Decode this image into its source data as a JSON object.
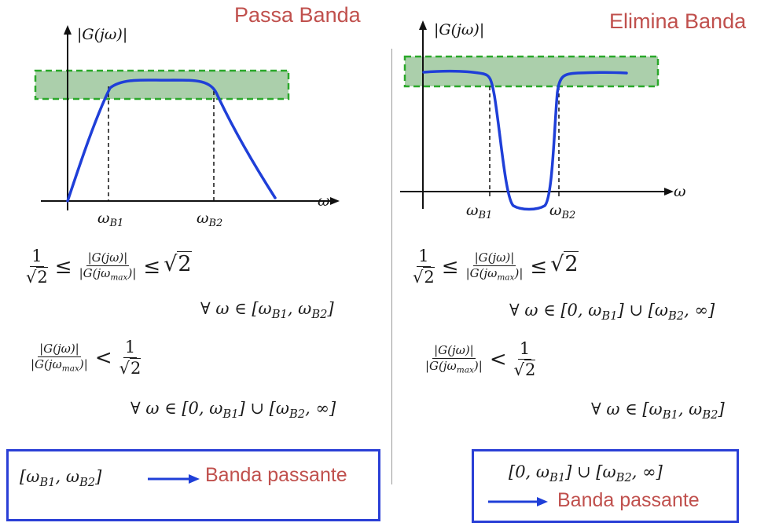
{
  "left": {
    "title": "Passa Banda",
    "y_axis_label": "|G(jω)|",
    "x_axis_label": "ω",
    "tick_b1": "B1",
    "tick_b2": "B2",
    "cond1": {
      "num": "1",
      "den": "2",
      "mid_num": "|G(jω)|",
      "mid_den_pre": "|G(jω",
      "mid_den_sub": "max",
      "mid_den_post": ")|",
      "rel1": "≤",
      "rel2": "≤",
      "rhs": "2"
    },
    "range1": {
      "prefix": "∀ ω ∈ [ω",
      "s1": "B1",
      "mid": ", ω",
      "s2": "B2",
      "suffix": "]"
    },
    "cond2": {
      "num": "|G(jω)|",
      "den_pre": "|G(jω",
      "den_sub": "max",
      "den_post": ")|",
      "rel": "<",
      "rhs_num": "1",
      "rhs_den": "2"
    },
    "range2": {
      "prefix": "∀ ω ∈ [0, ω",
      "s1": "B1",
      "mid": "] ∪ [ω",
      "s2": "B2",
      "suffix": ", ∞]"
    },
    "box": {
      "interval_prefix": "[ω",
      "s1": "B1",
      "mid": ", ω",
      "s2": "B2",
      "suffix": "]",
      "label": "Banda passante"
    }
  },
  "right": {
    "title": "Elimina Banda",
    "y_axis_label": "|G(jω)|",
    "x_axis_label": "ω",
    "tick_b1": "B1",
    "tick_b2": "B2",
    "cond1": {
      "num": "1",
      "den": "2",
      "mid_num": "|G(jω)|",
      "mid_den_pre": "|G(jω",
      "mid_den_sub": "max",
      "mid_den_post": ")|",
      "rel1": "≤",
      "rel2": "≤",
      "rhs": "2"
    },
    "range1": {
      "prefix": "∀ ω ∈ [0, ω",
      "s1": "B1",
      "mid": "] ∪ [ω",
      "s2": "B2",
      "suffix": ", ∞]"
    },
    "cond2": {
      "num": "|G(jω)|",
      "den_pre": "|G(jω",
      "den_sub": "max",
      "den_post": ")|",
      "rel": "<",
      "rhs_num": "1",
      "rhs_den": "2"
    },
    "range2": {
      "prefix": "∀ ω ∈ [ω",
      "s1": "B1",
      "mid": ", ω",
      "s2": "B2",
      "suffix": "]"
    },
    "box": {
      "interval_prefix": "[0, ω",
      "s1": "B1",
      "mid": "] ∪ [ω",
      "s2": "B2",
      "suffix": ", ∞]",
      "label": "Banda passante"
    }
  },
  "colors": {
    "curve": "#1f3fd8",
    "band_fill": "#8fbf8f",
    "band_border": "#2aa82a",
    "title": "#c0504d",
    "box_border": "#2a3fd6"
  }
}
